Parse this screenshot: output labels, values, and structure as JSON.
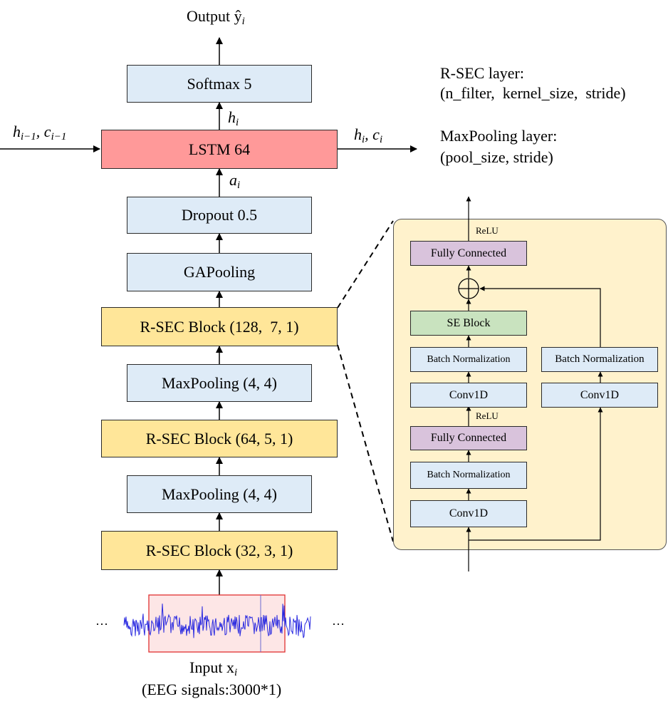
{
  "output_label": "Output ŷ",
  "output_sub": "i",
  "main_blocks": {
    "softmax": "Softmax 5",
    "lstm": "LSTM 64",
    "dropout": "Dropout 0.5",
    "gapooling": "GAPooling",
    "rsec_128": "R-SEC Block (128,  7, 1)",
    "maxpool_2": "MaxPooling (4, 4)",
    "rsec_64": "R-SEC Block (64, 5, 1)",
    "maxpool_1": "MaxPooling (4, 4)",
    "rsec_32": "R-SEC Block (32, 3, 1)"
  },
  "arrow_labels": {
    "h_i_base": "h",
    "h_i_sub": "i",
    "a_i_base": "a",
    "a_i_sub": "i",
    "lstm_in": "h",
    "lstm_in_sub": "i−1",
    "lstm_in_c": ", c",
    "lstm_in_c_sub": "i−1",
    "lstm_out": "h",
    "lstm_out_sub": "i",
    "lstm_out_c": ", c",
    "lstm_out_c_sub": "i"
  },
  "legend": {
    "rsec_title": "R-SEC layer:",
    "rsec_params": "(n_filter,  kernel_size,  stride)",
    "maxpool_title": "MaxPooling layer:",
    "maxpool_params": "(pool_size, stride)"
  },
  "detail": {
    "relu_top": "ReLU",
    "fc_top": "Fully Connected",
    "se_block": "SE Block",
    "bn_left_top": "Batch Normalization",
    "bn_right": "Batch Normalization",
    "conv_left_top": "Conv1D",
    "conv_right": "Conv1D",
    "relu_mid": "ReLU",
    "fc_mid": "Fully Connected",
    "bn_left_bottom": "Batch Normalization",
    "conv_left_bottom": "Conv1D"
  },
  "input": {
    "ellipsis_left": "···",
    "ellipsis_right": "···",
    "label": "Input x",
    "label_sub": "i",
    "description": "(EEG signals:3000*1)"
  }
}
